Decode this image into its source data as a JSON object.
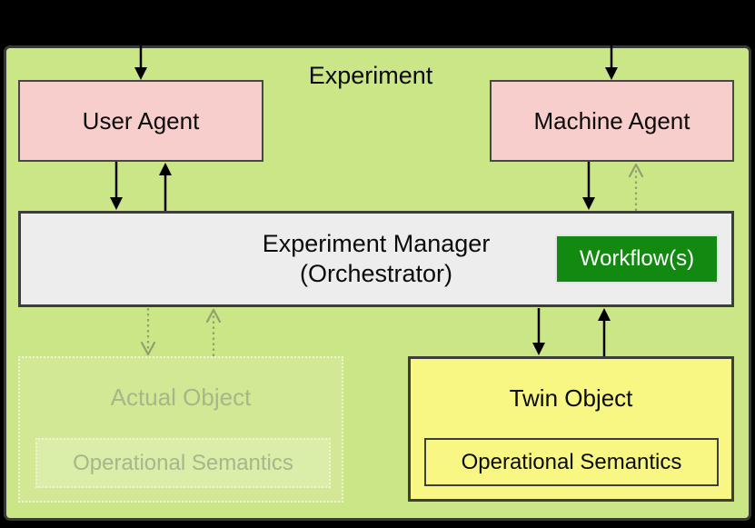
{
  "diagram": {
    "title": "Experiment",
    "nodes": {
      "user_agent": {
        "label": "User Agent"
      },
      "machine_agent": {
        "label": "Machine Agent"
      },
      "experiment_manager": {
        "line1": "Experiment Manager",
        "line2": "(Orchestrator)"
      },
      "workflow": {
        "label": "Workflow(s)"
      },
      "actual_object": {
        "label": "Actual Object",
        "semantics": "Operational Semantics"
      },
      "twin_object": {
        "label": "Twin Object",
        "semantics": "Operational Semantics"
      }
    },
    "colors": {
      "page_background": "#000000",
      "diagram_background": "#cbe687",
      "diagram_border": "#363b33",
      "agent_fill": "#f8cecc",
      "manager_fill": "#ededed",
      "workflow_fill": "#128a12",
      "workflow_text": "#ffffff",
      "twin_fill": "#f8f783",
      "faded_fill": "#d2e894",
      "faded_inner_fill": "#daeda9",
      "faded_text": "#a6b78b",
      "box_border": "#3d3d3d",
      "solid_arrow": "#000000",
      "dotted_arrow": "#93a06e"
    }
  }
}
